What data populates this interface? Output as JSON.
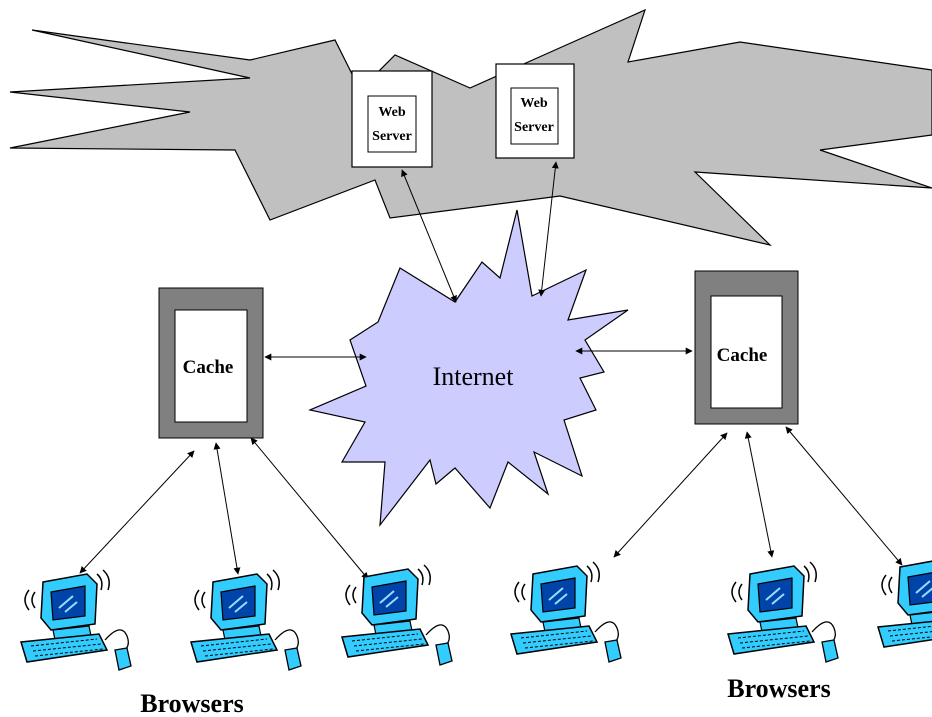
{
  "web_servers": [
    {
      "line1": "Web",
      "line2": "Server"
    },
    {
      "line1": "Web",
      "line2": "Server"
    }
  ],
  "internet_label": "Internet",
  "caches": [
    {
      "label": "Cache"
    },
    {
      "label": "Cache"
    }
  ],
  "browser_groups": [
    {
      "label": "Browsers"
    },
    {
      "label": "Browsers"
    }
  ],
  "colors": {
    "server_cloud": "#c0c0c0",
    "internet_cloud": "#ccccff",
    "cache_frame": "#808080",
    "computer": "#33ccff"
  }
}
